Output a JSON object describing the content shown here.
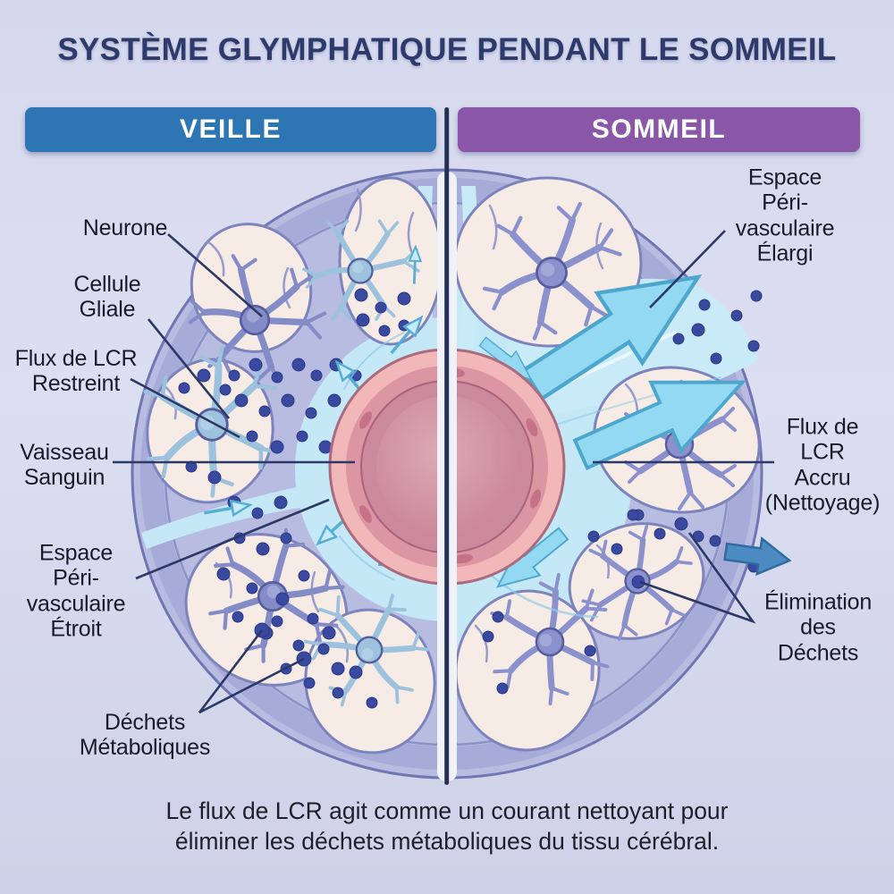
{
  "title": "SYSTÈME GLYMPHATIQUE PENDANT LE SOMMEIL",
  "panels": {
    "left": {
      "label": "VEILLE",
      "color": "#2d76b3"
    },
    "right": {
      "label": "SOMMEIL",
      "color": "#8a57a8"
    }
  },
  "annotations": {
    "neurone": "Neurone",
    "cellule_gliale": "Cellule\nGliale",
    "flux_lcr_restreint": "Flux de LCR\nRestreint",
    "vaisseau_sanguin": "Vaisseau\nSanguin",
    "espace_perivasculaire_etroit": "Espace\nPéri-\nvasculaire\nÉtroit",
    "dechets_metaboliques": "Déchets\nMétaboliques",
    "espace_perivasculaire_elargi": "Espace\nPéri-vasculaire\nÉlargi",
    "flux_lcr_accru": "Flux de LCR\nAccru\n(Nettoyage)",
    "elimination_dechets": "Élimination\ndes Déchets"
  },
  "caption": "Le flux de LCR agit comme un courant nettoyant pour\néliminer les déchets métaboliques du tissu cérébral.",
  "colors": {
    "background": "#d6d9ed",
    "title_text": "#2d3a6b",
    "veille_bar": "#2d76b3",
    "sommeil_bar": "#8a57a8",
    "bar_text": "#ffffff",
    "label_text": "#171c28",
    "caption_text": "#1b2029",
    "divider": "#243056",
    "leader_line": "#2c3865",
    "csf_cyan": "#c5e8f7",
    "arrow_cyan": "#93d9f1",
    "waste_dot_blue": "#3a49a0",
    "vessel_pink": "#dc95a2",
    "tissue_cream": "#f7ebe5",
    "tissue_border": "#7d83bd",
    "matrix_purple": "#b7bce0"
  }
}
